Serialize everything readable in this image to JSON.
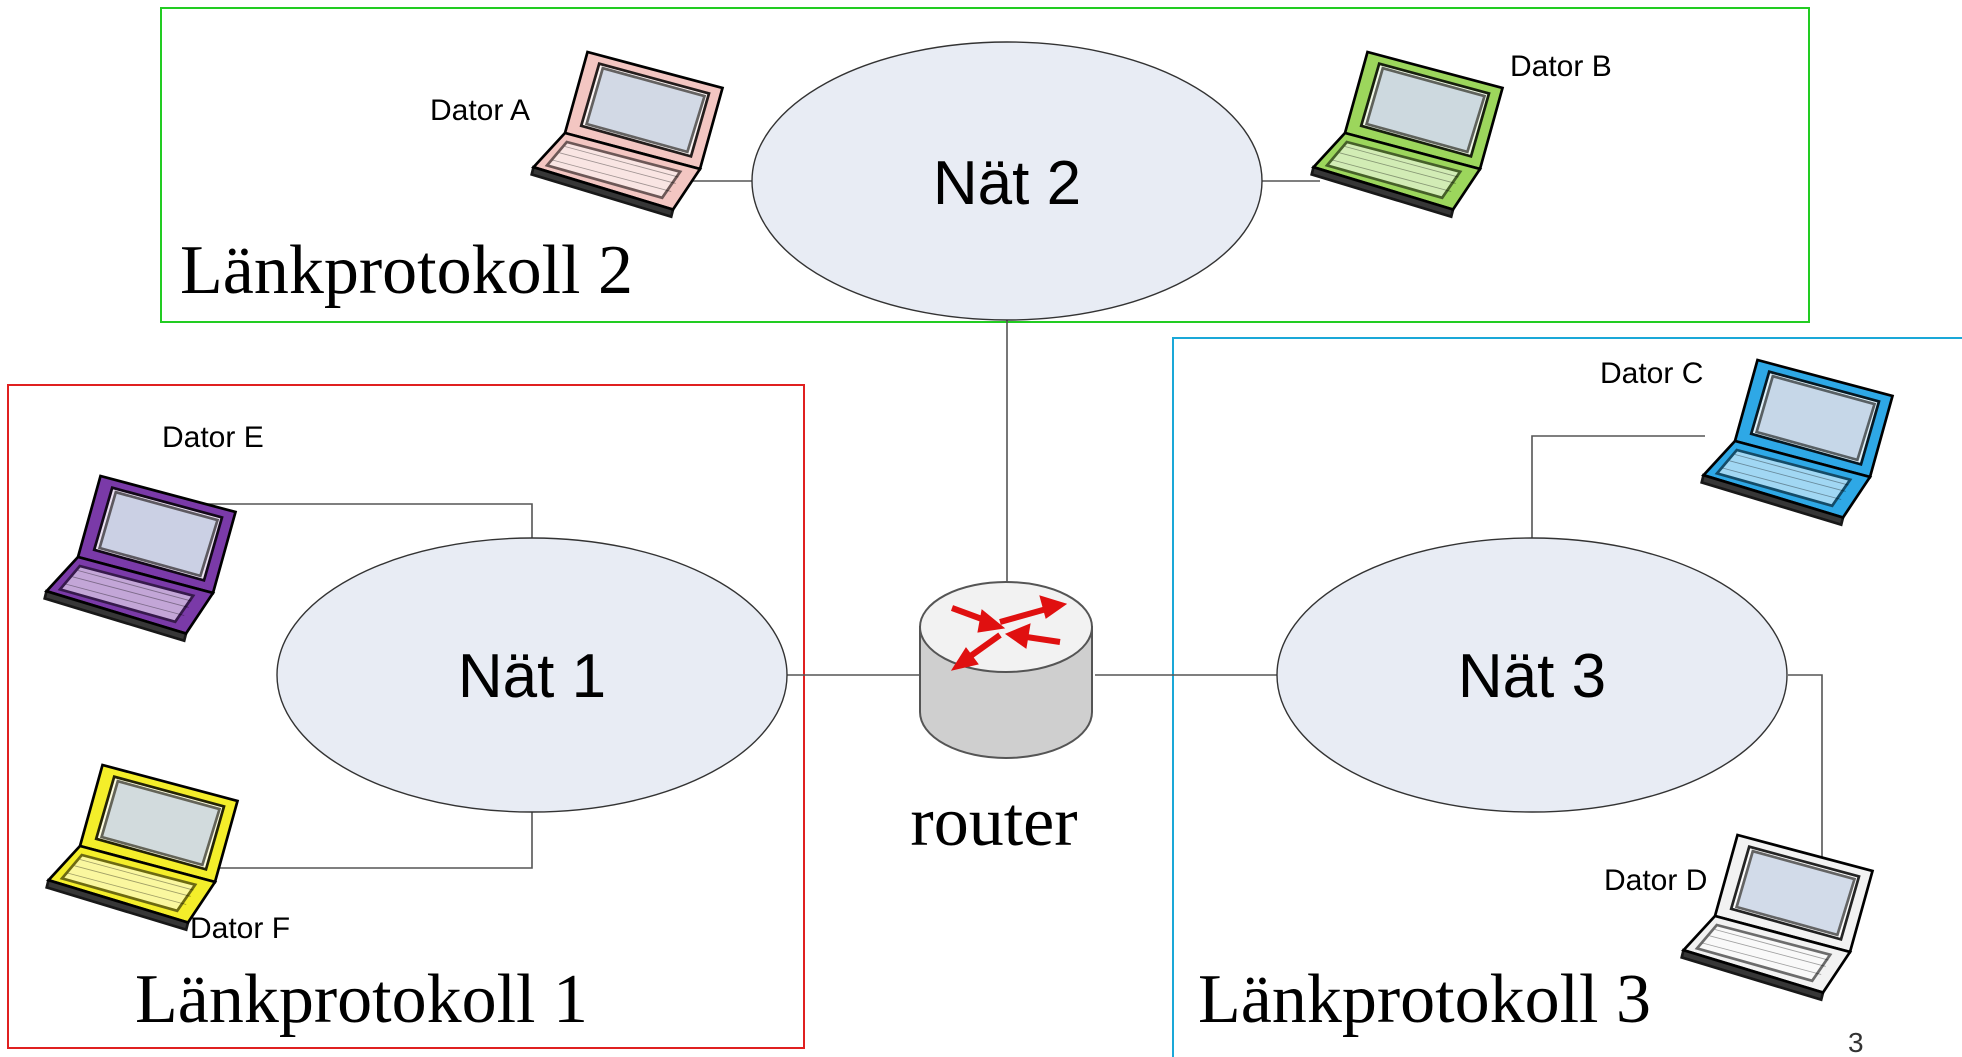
{
  "networks": {
    "nat1": {
      "label": "Nät 1"
    },
    "nat2": {
      "label": "Nät 2"
    },
    "nat3": {
      "label": "Nät 3"
    }
  },
  "protocol_regions": {
    "p1": {
      "label": "Länkprotokoll 1",
      "color": "#e02020"
    },
    "p2": {
      "label": "Länkprotokoll 2",
      "color": "#22cc22"
    },
    "p3": {
      "label": "Länkprotokoll 3",
      "color": "#1aa8d8"
    }
  },
  "computers": {
    "a": {
      "label": "Dator A",
      "color": "#f3c6c2"
    },
    "b": {
      "label": "Dator B",
      "color": "#9cd65c"
    },
    "c": {
      "label": "Dator C",
      "color": "#2ea8e6"
    },
    "d": {
      "label": "Dator D",
      "color": "#f2f2f2"
    },
    "e": {
      "label": "Dator E",
      "color": "#7a3aa8"
    },
    "f": {
      "label": "Dator F",
      "color": "#f4ee2a"
    }
  },
  "router": {
    "label": "router"
  },
  "page_number": "3"
}
